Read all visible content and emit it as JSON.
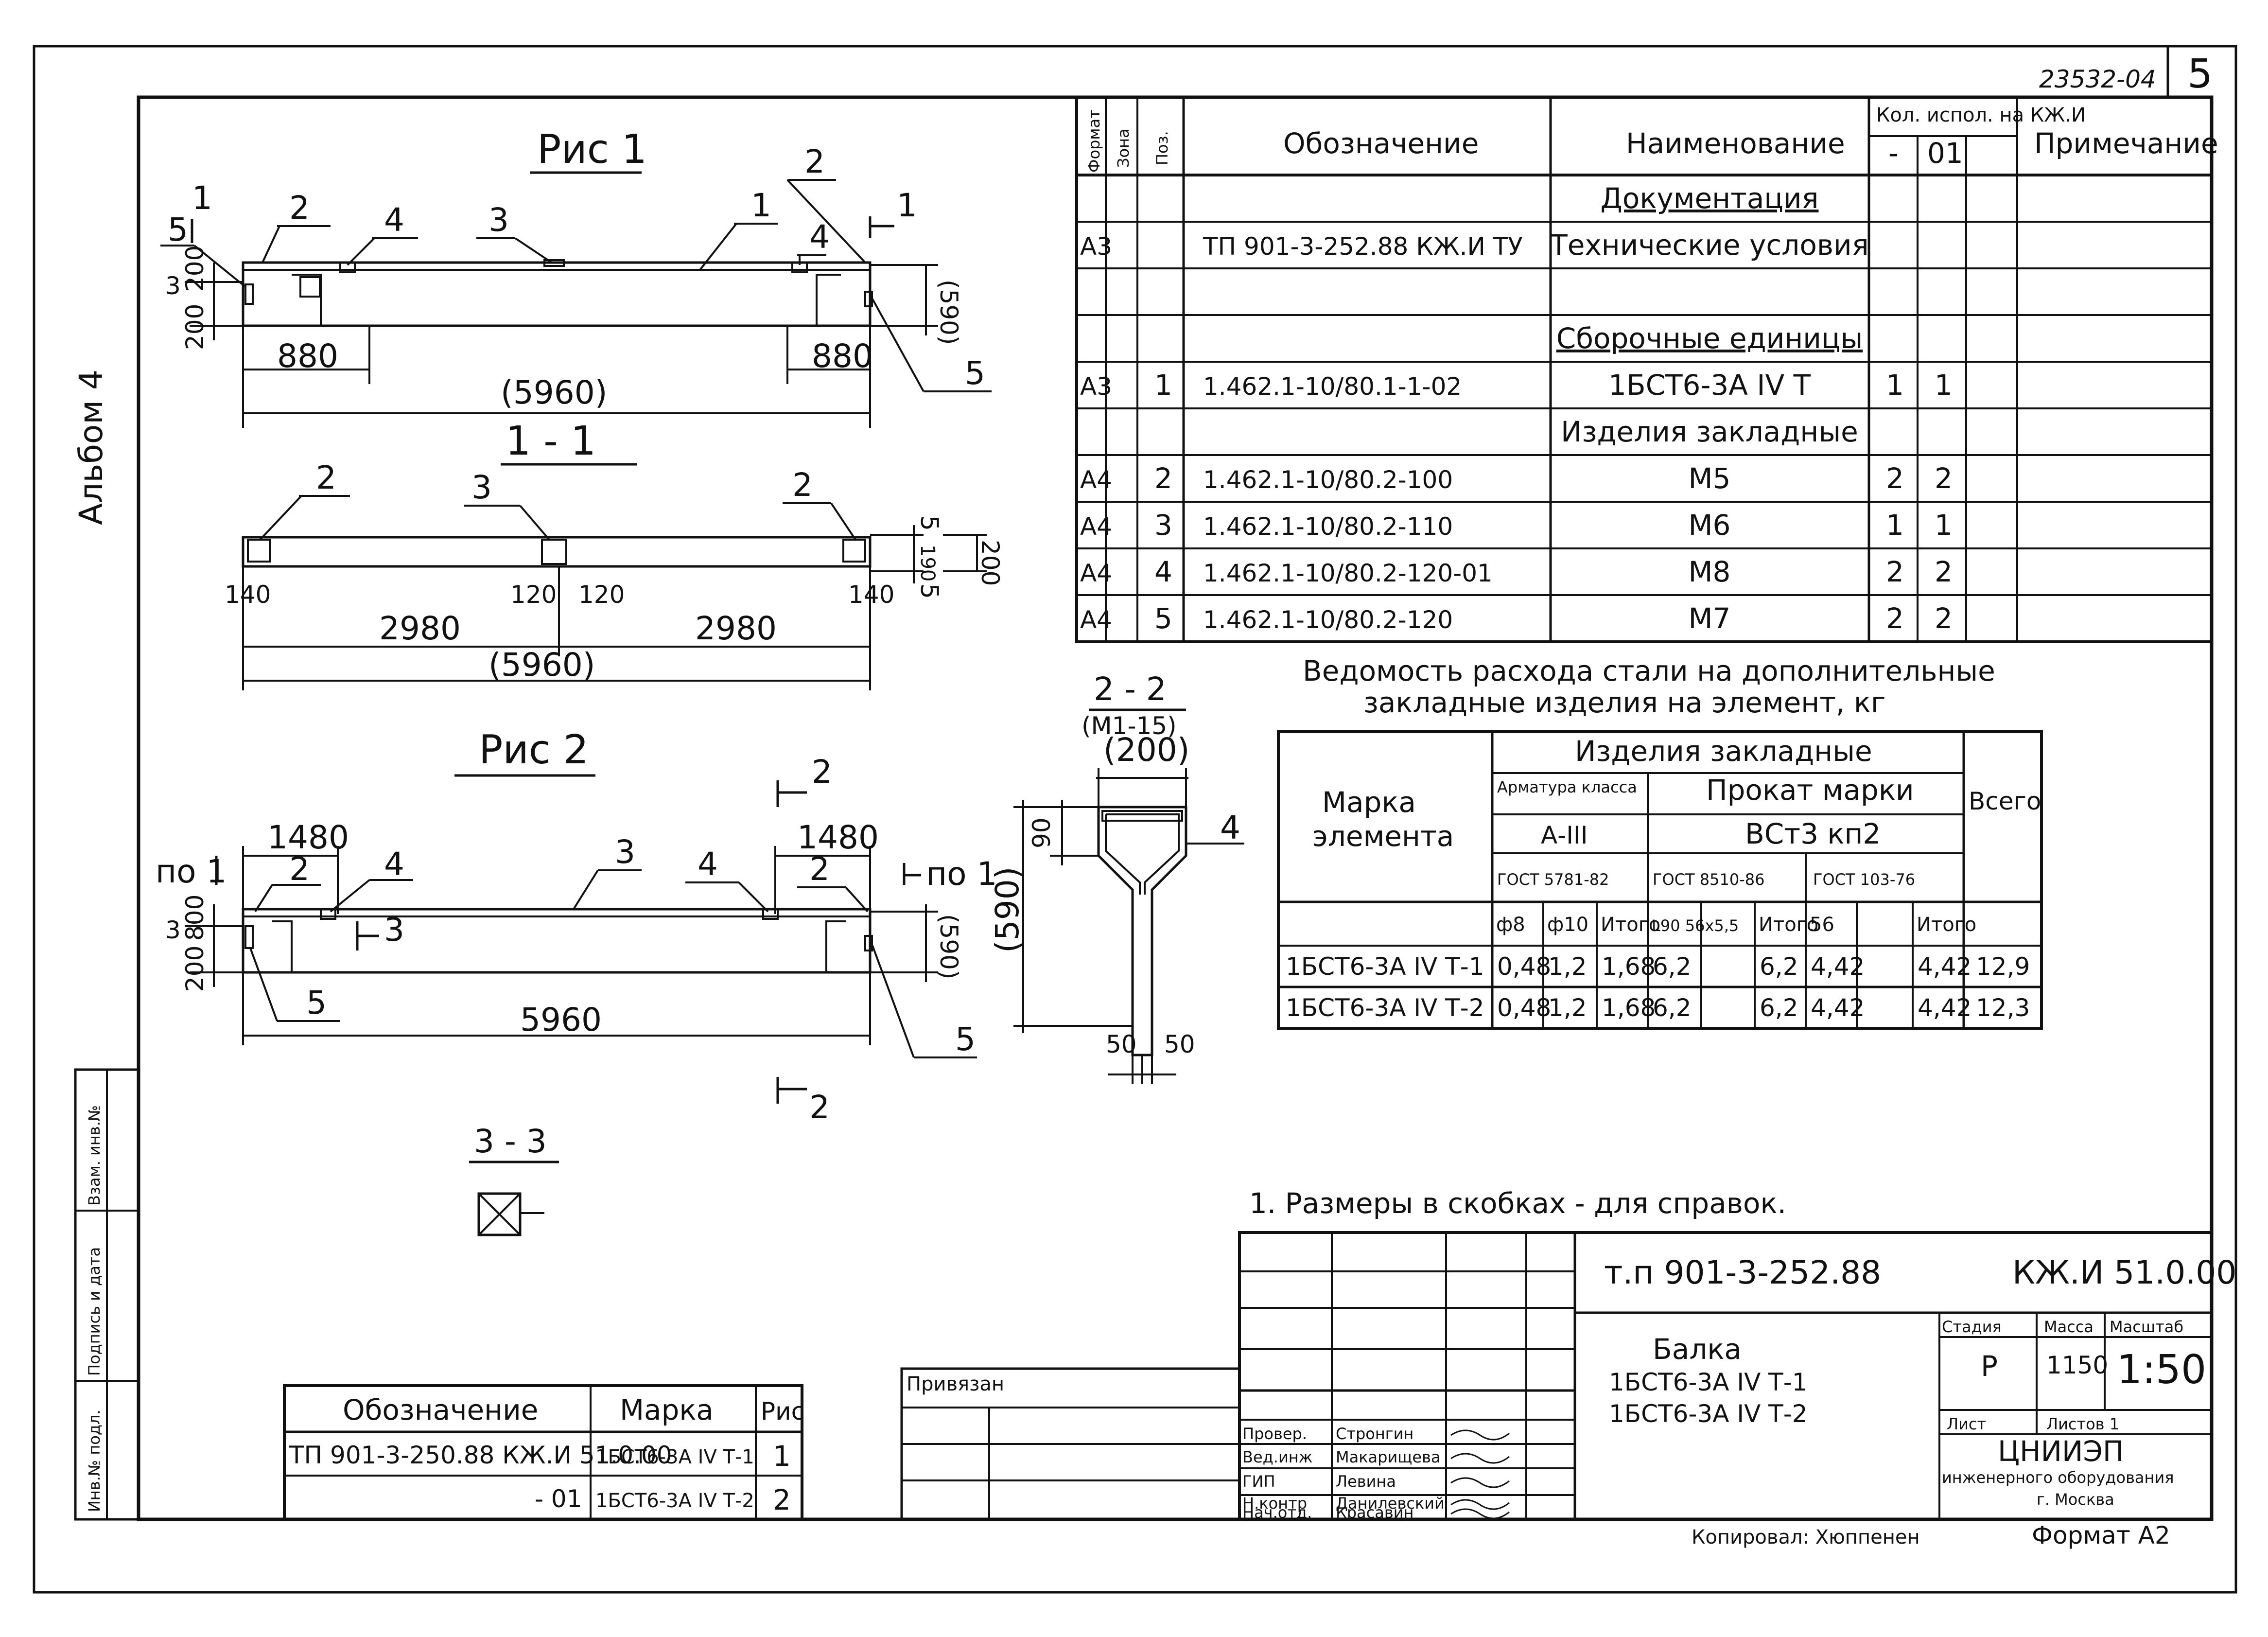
{
  "corner": {
    "doc_number": "23532-04",
    "sheet_number": "5"
  },
  "album": "Альбом 4",
  "fig1": {
    "title": "Рис 1",
    "dims": {
      "left_880": "880",
      "right_880": "880",
      "total": "(5960)",
      "h590": "(590)",
      "h200a": "200",
      "h200b": "200",
      "h3": "3"
    },
    "callouts": {
      "c1": "1",
      "c2a": "2",
      "c2b": "2",
      "c3": "3",
      "c4a": "4",
      "c4b": "4",
      "c5a": "5",
      "c5b": "5"
    },
    "cut": {
      "left": "1",
      "right": "1"
    }
  },
  "section11": {
    "title": "1 - 1",
    "callouts": {
      "c2a": "2",
      "c3": "3",
      "c2b": "2"
    },
    "dims": {
      "d140a": "140",
      "d120a": "120",
      "d120b": "120",
      "d140b": "140",
      "d2980a": "2980",
      "d2980b": "2980",
      "total": "(5960)",
      "d200": "200",
      "d190": "190",
      "d5a": "5",
      "d5b": "5"
    }
  },
  "fig2": {
    "title": "Рис 2",
    "dims": {
      "d1480a": "1480",
      "d1480b": "1480",
      "total": "5960",
      "h590": "(590)",
      "h800": "800",
      "h200": "200",
      "h3": "3"
    },
    "callouts": {
      "c2a": "2",
      "c2b": "2",
      "c3": "3",
      "c4a": "4",
      "c4b": "4",
      "c5a": "5",
      "c5b": "5",
      "c3cut": "3"
    },
    "cut_labels": {
      "left": "по 1",
      "right": "по 1",
      "sec2a": "2",
      "sec2b": "2"
    }
  },
  "section22": {
    "title": "2 - 2",
    "subtitle": "(М1-15)",
    "top_dim": "(200)",
    "h590": "(590)",
    "h90": "90",
    "callout4": "4",
    "d50a": "50",
    "d50b": "50"
  },
  "section33": {
    "title": "3 - 3"
  },
  "spec_table": {
    "headers": {
      "format": "Формат",
      "zone": "Зона",
      "pos": "Поз.",
      "designation": "Обозначение",
      "name": "Наименование",
      "qty": "Кол. испол. на КЖ.И",
      "qty_a": "-",
      "qty_b": "01",
      "note": "Примечание"
    },
    "rows": [
      {
        "format": "",
        "pos": "",
        "designation": "",
        "name": "Документация",
        "qa": "",
        "qb": "",
        "underline": true
      },
      {
        "format": "А3",
        "pos": "",
        "designation": "ТП 901-3-252.88 КЖ.И ТУ",
        "name": "Технические условия",
        "qa": "",
        "qb": ""
      },
      {
        "format": "",
        "pos": "",
        "designation": "",
        "name": "",
        "qa": "",
        "qb": ""
      },
      {
        "format": "",
        "pos": "",
        "designation": "",
        "name": "Сборочные единицы",
        "qa": "",
        "qb": "",
        "underline": true
      },
      {
        "format": "А3",
        "pos": "1",
        "designation": "1.462.1-10/80.1-1-02",
        "name": "1БСТ6-3А IV Т",
        "qa": "1",
        "qb": "1"
      },
      {
        "format": "",
        "pos": "",
        "designation": "",
        "name": "Изделия закладные",
        "qa": "",
        "qb": ""
      },
      {
        "format": "А4",
        "pos": "2",
        "designation": "1.462.1-10/80.2-100",
        "name": "М5",
        "qa": "2",
        "qb": "2"
      },
      {
        "format": "А4",
        "pos": "3",
        "designation": "1.462.1-10/80.2-110",
        "name": "М6",
        "qa": "1",
        "qb": "1"
      },
      {
        "format": "А4",
        "pos": "4",
        "designation": "1.462.1-10/80.2-120-01",
        "name": "М8",
        "qa": "2",
        "qb": "2"
      },
      {
        "format": "А4",
        "pos": "5",
        "designation": "1.462.1-10/80.2-120",
        "name": "М7",
        "qa": "2",
        "qb": "2"
      }
    ]
  },
  "steel": {
    "title_line1": "Ведомость расхода стали на дополнительные",
    "title_line2": "закладные изделия на элемент, кг",
    "h_group": "Изделия закладные",
    "h_mark": "Марка элемента",
    "h_total": "Всего",
    "h_armature": "Арматура класса",
    "h_class": "А-III",
    "h_prokat": "Прокат марки",
    "h_vst": "ВСт3 кп2",
    "h_gost1": "ГОСТ 5781-82",
    "h_gost2": "ГОСТ 8510-86",
    "h_gost3": "ГОСТ 103-76",
    "cols": [
      "ф8",
      "ф10",
      "Итого",
      "L90 56х5,5",
      "",
      "Итого",
      "56",
      "",
      "Итого"
    ],
    "rows": [
      {
        "mark": "1БСТ6-3А IV Т-1",
        "vals": [
          "0,48",
          "1,2",
          "1,68",
          "6,2",
          "",
          "6,2",
          "4,42",
          "",
          "4,42"
        ],
        "total": "12,9"
      },
      {
        "mark": "1БСТ6-3А IV Т-2",
        "vals": [
          "0,48",
          "1,2",
          "1,68",
          "6,2",
          "",
          "6,2",
          "4,42",
          "",
          "4,42"
        ],
        "total": "12,3"
      }
    ]
  },
  "note": "1. Размеры в скобках - для справок.",
  "marks_table": {
    "h_designation": "Обозначение",
    "h_mark": "Марка",
    "h_fig": "Рис",
    "rows": [
      {
        "designation": "ТП 901-3-250.88 КЖ.И 51.0.00",
        "mark": "1БСТ6-3А IV Т-1",
        "fig": "1"
      },
      {
        "designation": "- 01",
        "mark": "1БСТ6-3А IV Т-2",
        "fig": "2"
      }
    ]
  },
  "side_stamp": [
    "Инв.№ подл.",
    "Подпись и дата",
    "Взам. инв.№"
  ],
  "privyazan": "Привязан",
  "title_block": {
    "project": "т.п 901-3-252.88",
    "code": "КЖ.И 51.0.00",
    "object_l1": "Балка",
    "object_l2": "1БСТ6-3А IV Т-1",
    "object_l3": "1БСТ6-3А IV Т-2",
    "h_stage": "Стадия",
    "h_mass": "Масса",
    "h_scale": "Масштаб",
    "stage": "Р",
    "mass": "1150",
    "scale": "1:50",
    "sheet": "Лист",
    "sheets": "Листов 1",
    "org_l1": "ЦНИИЭП",
    "org_l2": "инженерного оборудования",
    "org_l3": "г. Москва",
    "people": [
      {
        "role": "Провер.",
        "name": "Стронгин"
      },
      {
        "role": "Вед.инж",
        "name": "Макарищева"
      },
      {
        "role": "ГИП",
        "name": "Левина"
      },
      {
        "role": "Н.контр",
        "name": "Данилевский"
      },
      {
        "role": "Нач.отд.",
        "name": "Красавин"
      }
    ]
  },
  "footer": {
    "copied": "Копировал: Хюппенен",
    "format": "Формат А2"
  }
}
